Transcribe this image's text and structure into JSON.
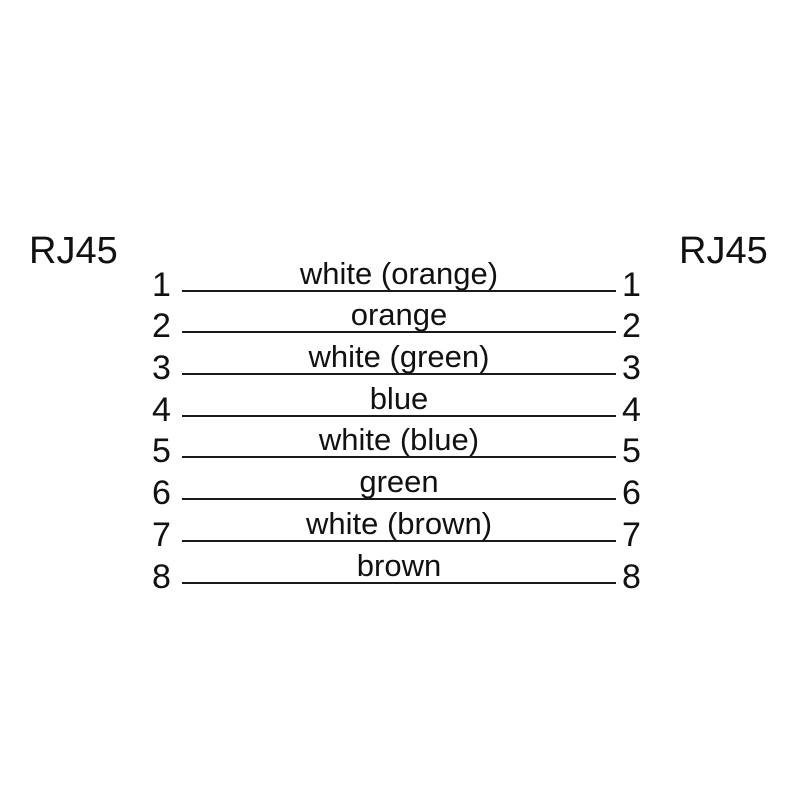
{
  "diagram": {
    "type": "rj45-straight-through-pinout",
    "background_color": "#ffffff",
    "line_color": "#1a1a1a",
    "text_color": "#111111",
    "connector_left": {
      "label": "RJ45"
    },
    "connector_right": {
      "label": "RJ45"
    },
    "rows": [
      {
        "left_pin": "1",
        "right_pin": "1",
        "wire": "white (orange)"
      },
      {
        "left_pin": "2",
        "right_pin": "2",
        "wire": "orange"
      },
      {
        "left_pin": "3",
        "right_pin": "3",
        "wire": "white (green)"
      },
      {
        "left_pin": "4",
        "right_pin": "4",
        "wire": "blue"
      },
      {
        "left_pin": "5",
        "right_pin": "5",
        "wire": "white (blue)"
      },
      {
        "left_pin": "6",
        "right_pin": "6",
        "wire": "green"
      },
      {
        "left_pin": "7",
        "right_pin": "7",
        "wire": "white (brown)"
      },
      {
        "left_pin": "8",
        "right_pin": "8",
        "wire": "brown"
      }
    ]
  }
}
